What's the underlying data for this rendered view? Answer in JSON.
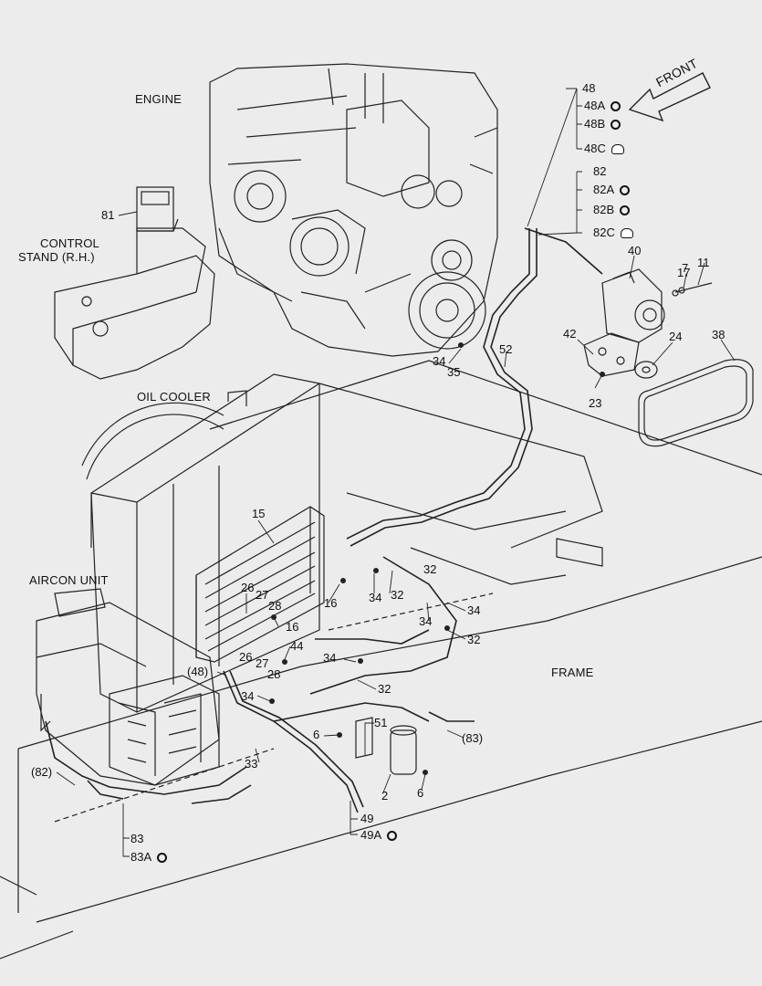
{
  "sections": {
    "engine": "ENGINE",
    "control_stand_line1": "CONTROL",
    "control_stand_line2": "STAND (R.H.)",
    "oil_cooler": "OIL COOLER",
    "aircon_unit": "AIRCON UNIT",
    "frame": "FRAME",
    "front_arrow": "FRONT"
  },
  "parts": {
    "p48": "48",
    "p48a": "48A",
    "p48b": "48B",
    "p48c": "48C",
    "p82": "82",
    "p82a": "82A",
    "p82b": "82B",
    "p82c": "82C",
    "p40": "40",
    "p7": "7",
    "p17": "17",
    "p11": "11",
    "p42": "42",
    "p24": "24",
    "p38": "38",
    "p23": "23",
    "p34a": "34",
    "p35": "35",
    "p52": "52",
    "p81": "81",
    "p15": "15",
    "p26a": "26",
    "p27a": "27",
    "p28a": "28",
    "p16a": "16",
    "p34b": "34",
    "p32a": "32",
    "p32b": "32",
    "p34c": "34",
    "p34d": "34",
    "p32c": "32",
    "p16b": "16",
    "p44": "44",
    "p48ref": "(48)",
    "p26b": "26",
    "p27b": "27",
    "p28b": "28",
    "p34e": "34",
    "p32d": "32",
    "p34f": "34",
    "p33": "33",
    "p6a": "6",
    "p51": "51",
    "p83ref": "(83)",
    "p2": "2",
    "p6b": "6",
    "p82ref": "(82)",
    "p49": "49",
    "p49a": "49A",
    "p83": "83",
    "p83a": "83A"
  },
  "icons": {
    "ring": "o-ring-icon",
    "cap": "cap-icon"
  }
}
